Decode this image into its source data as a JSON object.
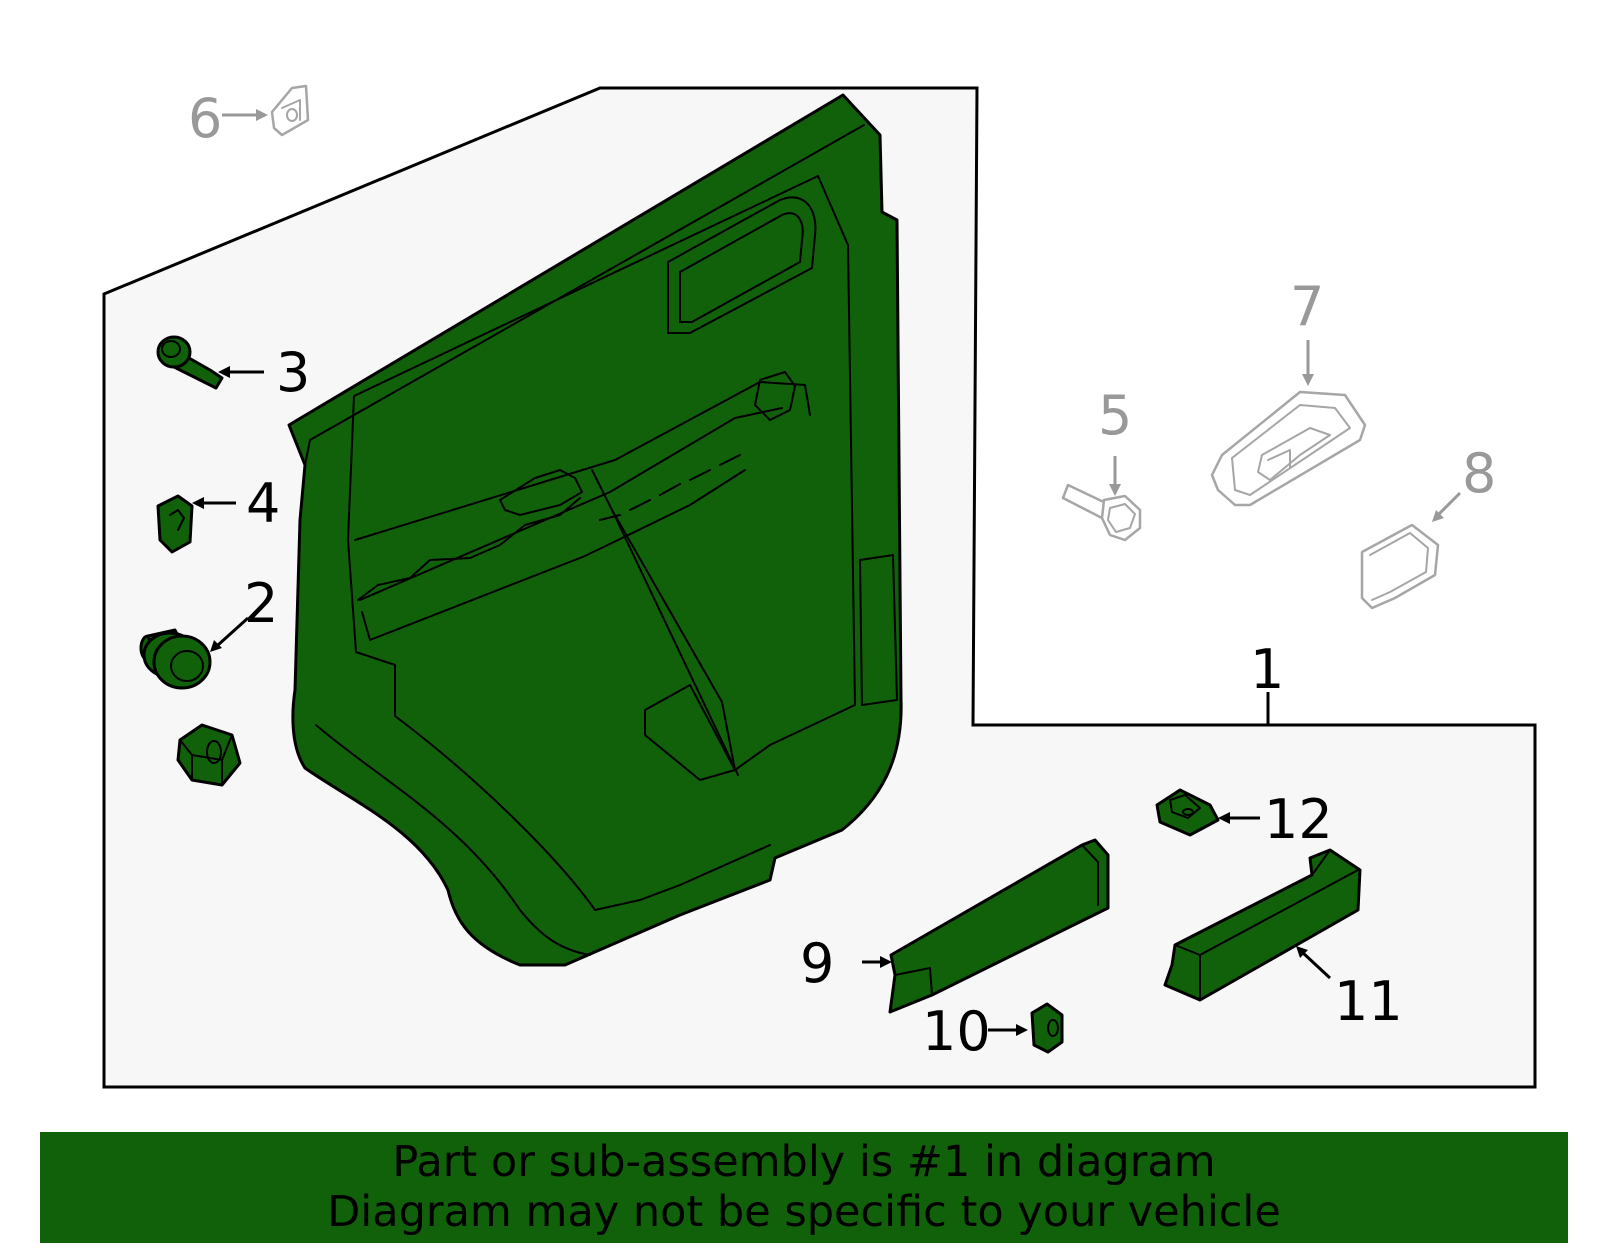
{
  "callouts": {
    "c1": "1",
    "c2": "2",
    "c3": "3",
    "c4": "4",
    "c5": "5",
    "c6": "6",
    "c7": "7",
    "c8": "8",
    "c9": "9",
    "c10": "10",
    "c11": "11",
    "c12": "12"
  },
  "banner": {
    "line1": "Part or sub-assembly is #1 in diagram",
    "line2": "Diagram may not be specific to your vehicle"
  },
  "colors": {
    "highlight_green": "#11600a",
    "inactive_gray": "#999999",
    "panel_fill": "#f7f7f7"
  }
}
